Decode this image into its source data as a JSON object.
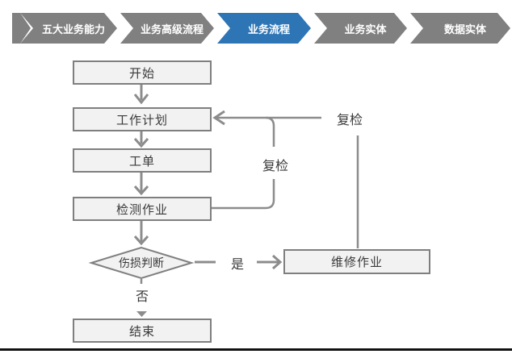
{
  "nav": {
    "items": [
      {
        "label": "五大业务能力",
        "active": false
      },
      {
        "label": "业务高级流程",
        "active": false
      },
      {
        "label": "业务流程",
        "active": true
      },
      {
        "label": "业务实体",
        "active": false
      },
      {
        "label": "数据实体",
        "active": false
      }
    ]
  },
  "flowchart": {
    "nodes": {
      "start": "开始",
      "plan": "工作计划",
      "order": "工单",
      "inspect": "检测作业",
      "decision": "伤损判断",
      "repair": "维修作业",
      "end": "结束"
    },
    "labels": {
      "recheck_inner": "复检",
      "recheck_outer": "复检",
      "yes": "是",
      "no": "否"
    }
  },
  "colors": {
    "nav_gray": "#808080",
    "nav_active_blue": "#2E75B6",
    "connector_gray": "#8C8C8C",
    "node_fill": "#F2F2F2",
    "node_border": "#7F7F7F",
    "text": "#3A3A3A"
  }
}
